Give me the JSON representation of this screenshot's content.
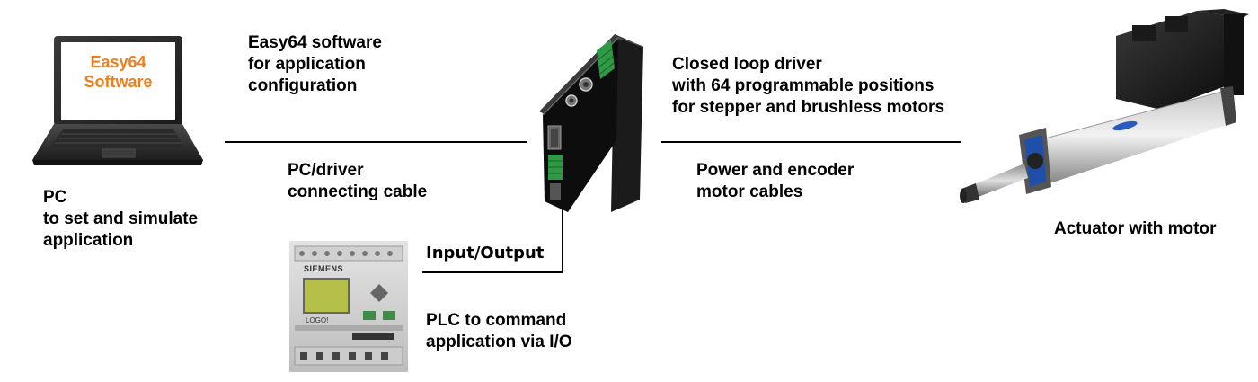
{
  "laptop": {
    "screen_line1": "Easy64",
    "screen_line2": "Software",
    "colors": {
      "screen_text": "#f07e1a",
      "body": "#2b2b2b"
    }
  },
  "pc_label": {
    "line1": "PC",
    "line2": "to set and simulate",
    "line3": "application"
  },
  "software_label": {
    "line1": "Easy64 software",
    "line2": "for application",
    "line3": "configuration"
  },
  "cable_label": {
    "line1": "PC/driver",
    "line2": "connecting cable"
  },
  "driver_label": {
    "line1": "Closed loop driver",
    "line2": "with 64 programmable positions",
    "line3": "for stepper and brushless motors"
  },
  "motor_cables_label": {
    "line1": "Power and encoder",
    "line2": "motor cables"
  },
  "actuator_label": {
    "line1": "Actuator with motor"
  },
  "io_label": {
    "line1": "Input/Output"
  },
  "plc": {
    "brand": "SIEMENS",
    "model": "LOGO!",
    "label_line1": "PLC to command",
    "label_line2": "application via I/O"
  }
}
